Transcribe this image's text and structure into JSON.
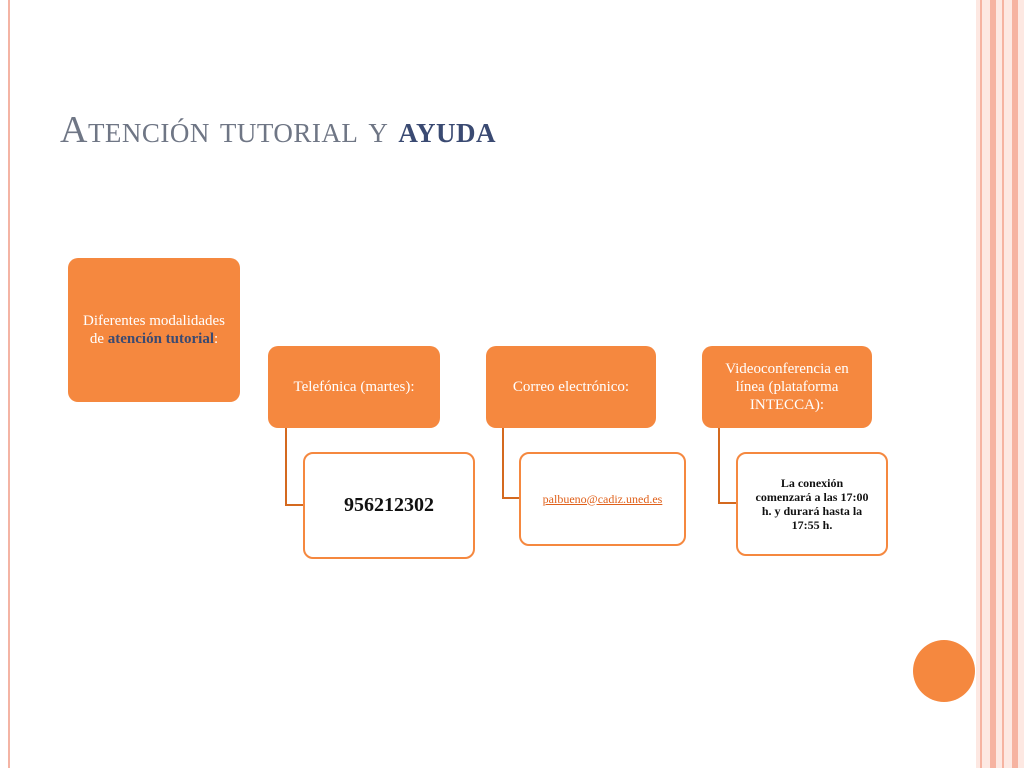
{
  "slide": {
    "title_main": "Atención tutorial y ",
    "title_highlight": "ayuda"
  },
  "diagram": {
    "root": {
      "text": "Diferentes modalidades de ",
      "highlight": "atención tutorial",
      "suffix": ":"
    },
    "branches": [
      {
        "label": "Telefónica (martes):",
        "detail": "956212302"
      },
      {
        "label": "Correo electrónico:",
        "detail": "palbueno@cadiz.uned.es"
      },
      {
        "label": "Videoconferencia en línea (plataforma INTECCA):",
        "detail": "La conexión comenzará a las 17:00 h. y durará hasta la 17:55 h."
      }
    ]
  },
  "colors": {
    "accent": "#f5883f",
    "title_gray": "#6f7685",
    "title_blue": "#3a4a72",
    "stripe": "#f6b3a1"
  }
}
